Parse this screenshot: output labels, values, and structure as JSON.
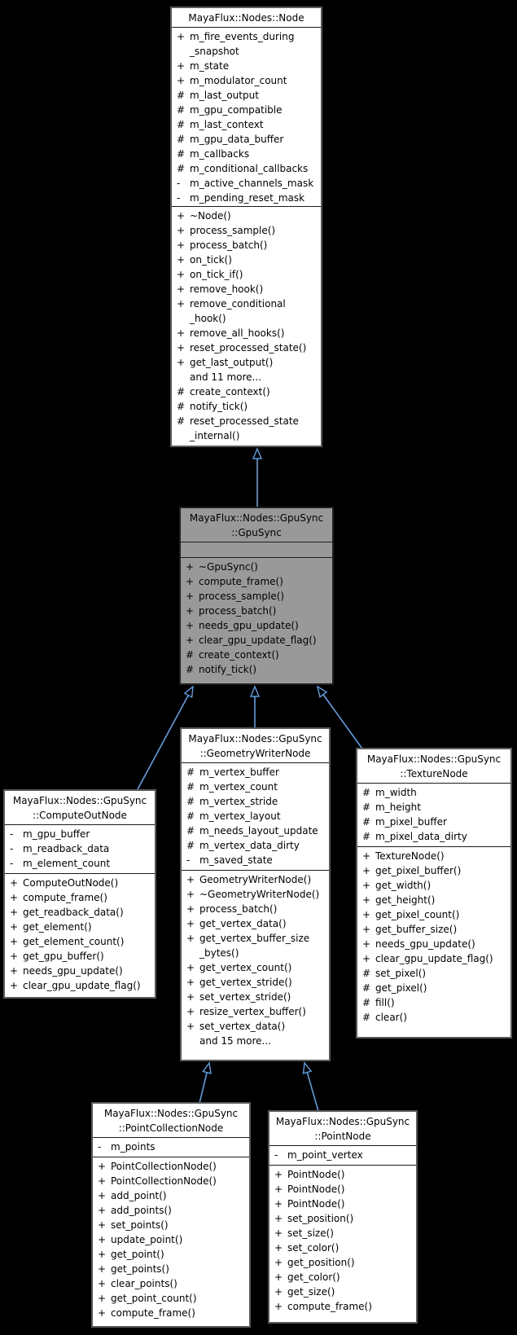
{
  "diagram": {
    "kind": "uml-class-inheritance-graph",
    "background_color": "#000000",
    "arrow_color": "#56a0e8",
    "box_fill": "#ffffff",
    "highlighted_box_fill": "#999999"
  },
  "edges": [
    {
      "child": "MayaFlux::Nodes::GpuSync::GpuSync",
      "parent": "MayaFlux::Nodes::Node"
    },
    {
      "child": "MayaFlux::Nodes::GpuSync::ComputeOutNode",
      "parent": "MayaFlux::Nodes::GpuSync::GpuSync"
    },
    {
      "child": "MayaFlux::Nodes::GpuSync::GeometryWriterNode",
      "parent": "MayaFlux::Nodes::GpuSync::GpuSync"
    },
    {
      "child": "MayaFlux::Nodes::GpuSync::TextureNode",
      "parent": "MayaFlux::Nodes::GpuSync::GpuSync"
    },
    {
      "child": "MayaFlux::Nodes::GpuSync::PointCollectionNode",
      "parent": "MayaFlux::Nodes::GpuSync::GeometryWriterNode"
    },
    {
      "child": "MayaFlux::Nodes::GpuSync::PointNode",
      "parent": "MayaFlux::Nodes::GpuSync::GeometryWriterNode"
    }
  ],
  "classes": [
    {
      "title": "MayaFlux::Nodes::Node",
      "attributes": [
        {
          "sym": "+",
          "text": "m_fire_events_during\n_snapshot"
        },
        {
          "sym": "+",
          "text": "m_state"
        },
        {
          "sym": "+",
          "text": "m_modulator_count"
        },
        {
          "sym": "#",
          "text": "m_last_output"
        },
        {
          "sym": "#",
          "text": "m_gpu_compatible"
        },
        {
          "sym": "#",
          "text": "m_last_context"
        },
        {
          "sym": "#",
          "text": "m_gpu_data_buffer"
        },
        {
          "sym": "#",
          "text": "m_callbacks"
        },
        {
          "sym": "#",
          "text": "m_conditional_callbacks"
        },
        {
          "sym": "-",
          "text": "m_active_channels_mask"
        },
        {
          "sym": "-",
          "text": "m_pending_reset_mask"
        }
      ],
      "methods": [
        {
          "sym": "+",
          "text": "~Node()"
        },
        {
          "sym": "+",
          "text": "process_sample()"
        },
        {
          "sym": "+",
          "text": "process_batch()"
        },
        {
          "sym": "+",
          "text": "on_tick()"
        },
        {
          "sym": "+",
          "text": "on_tick_if()"
        },
        {
          "sym": "+",
          "text": "remove_hook()"
        },
        {
          "sym": "+",
          "text": "remove_conditional\n_hook()"
        },
        {
          "sym": "+",
          "text": "remove_all_hooks()"
        },
        {
          "sym": "+",
          "text": "reset_processed_state()"
        },
        {
          "sym": "+",
          "text": "get_last_output()"
        },
        {
          "sym": "",
          "text": "and 11 more..."
        },
        {
          "sym": "#",
          "text": "create_context()"
        },
        {
          "sym": "#",
          "text": "notify_tick()"
        },
        {
          "sym": "#",
          "text": "reset_processed_state\n_internal()"
        }
      ]
    },
    {
      "title": "MayaFlux::Nodes::GpuSync\n::GpuSync",
      "attributes": [],
      "methods": [
        {
          "sym": "+",
          "text": "~GpuSync()"
        },
        {
          "sym": "+",
          "text": "compute_frame()"
        },
        {
          "sym": "+",
          "text": "process_sample()"
        },
        {
          "sym": "+",
          "text": "process_batch()"
        },
        {
          "sym": "+",
          "text": "needs_gpu_update()"
        },
        {
          "sym": "+",
          "text": "clear_gpu_update_flag()"
        },
        {
          "sym": "#",
          "text": "create_context()"
        },
        {
          "sym": "#",
          "text": "notify_tick()"
        }
      ]
    },
    {
      "title": "MayaFlux::Nodes::GpuSync\n::ComputeOutNode",
      "attributes": [
        {
          "sym": "-",
          "text": "m_gpu_buffer"
        },
        {
          "sym": "-",
          "text": "m_readback_data"
        },
        {
          "sym": "-",
          "text": "m_element_count"
        }
      ],
      "methods": [
        {
          "sym": "+",
          "text": "ComputeOutNode()"
        },
        {
          "sym": "+",
          "text": "compute_frame()"
        },
        {
          "sym": "+",
          "text": "get_readback_data()"
        },
        {
          "sym": "+",
          "text": "get_element()"
        },
        {
          "sym": "+",
          "text": "get_element_count()"
        },
        {
          "sym": "+",
          "text": "get_gpu_buffer()"
        },
        {
          "sym": "+",
          "text": "needs_gpu_update()"
        },
        {
          "sym": "+",
          "text": "clear_gpu_update_flag()"
        }
      ]
    },
    {
      "title": "MayaFlux::Nodes::GpuSync\n::GeometryWriterNode",
      "attributes": [
        {
          "sym": "#",
          "text": "m_vertex_buffer"
        },
        {
          "sym": "#",
          "text": "m_vertex_count"
        },
        {
          "sym": "#",
          "text": "m_vertex_stride"
        },
        {
          "sym": "#",
          "text": "m_vertex_layout"
        },
        {
          "sym": "#",
          "text": "m_needs_layout_update"
        },
        {
          "sym": "#",
          "text": "m_vertex_data_dirty"
        },
        {
          "sym": "-",
          "text": "m_saved_state"
        }
      ],
      "methods": [
        {
          "sym": "+",
          "text": "GeometryWriterNode()"
        },
        {
          "sym": "+",
          "text": "~GeometryWriterNode()"
        },
        {
          "sym": "+",
          "text": "process_batch()"
        },
        {
          "sym": "+",
          "text": "get_vertex_data()"
        },
        {
          "sym": "+",
          "text": "get_vertex_buffer_size\n_bytes()"
        },
        {
          "sym": "+",
          "text": "get_vertex_count()"
        },
        {
          "sym": "+",
          "text": "get_vertex_stride()"
        },
        {
          "sym": "+",
          "text": "set_vertex_stride()"
        },
        {
          "sym": "+",
          "text": "resize_vertex_buffer()"
        },
        {
          "sym": "+",
          "text": "set_vertex_data()"
        },
        {
          "sym": "",
          "text": "and 15 more..."
        }
      ]
    },
    {
      "title": "MayaFlux::Nodes::GpuSync\n::TextureNode",
      "attributes": [
        {
          "sym": "#",
          "text": "m_width"
        },
        {
          "sym": "#",
          "text": "m_height"
        },
        {
          "sym": "#",
          "text": "m_pixel_buffer"
        },
        {
          "sym": "#",
          "text": "m_pixel_data_dirty"
        }
      ],
      "methods": [
        {
          "sym": "+",
          "text": "TextureNode()"
        },
        {
          "sym": "+",
          "text": "get_pixel_buffer()"
        },
        {
          "sym": "+",
          "text": "get_width()"
        },
        {
          "sym": "+",
          "text": "get_height()"
        },
        {
          "sym": "+",
          "text": "get_pixel_count()"
        },
        {
          "sym": "+",
          "text": "get_buffer_size()"
        },
        {
          "sym": "+",
          "text": "needs_gpu_update()"
        },
        {
          "sym": "+",
          "text": "clear_gpu_update_flag()"
        },
        {
          "sym": "#",
          "text": "set_pixel()"
        },
        {
          "sym": "#",
          "text": "get_pixel()"
        },
        {
          "sym": "#",
          "text": "fill()"
        },
        {
          "sym": "#",
          "text": "clear()"
        }
      ]
    },
    {
      "title": "MayaFlux::Nodes::GpuSync\n::PointCollectionNode",
      "attributes": [
        {
          "sym": "-",
          "text": "m_points"
        }
      ],
      "methods": [
        {
          "sym": "+",
          "text": "PointCollectionNode()"
        },
        {
          "sym": "+",
          "text": "PointCollectionNode()"
        },
        {
          "sym": "+",
          "text": "add_point()"
        },
        {
          "sym": "+",
          "text": "add_points()"
        },
        {
          "sym": "+",
          "text": "set_points()"
        },
        {
          "sym": "+",
          "text": "update_point()"
        },
        {
          "sym": "+",
          "text": "get_point()"
        },
        {
          "sym": "+",
          "text": "get_points()"
        },
        {
          "sym": "+",
          "text": "clear_points()"
        },
        {
          "sym": "+",
          "text": "get_point_count()"
        },
        {
          "sym": "+",
          "text": "compute_frame()"
        }
      ]
    },
    {
      "title": "MayaFlux::Nodes::GpuSync\n::PointNode",
      "attributes": [
        {
          "sym": "-",
          "text": "m_point_vertex"
        }
      ],
      "methods": [
        {
          "sym": "+",
          "text": "PointNode()"
        },
        {
          "sym": "+",
          "text": "PointNode()"
        },
        {
          "sym": "+",
          "text": "PointNode()"
        },
        {
          "sym": "+",
          "text": "set_position()"
        },
        {
          "sym": "+",
          "text": "set_size()"
        },
        {
          "sym": "+",
          "text": "set_color()"
        },
        {
          "sym": "+",
          "text": "get_position()"
        },
        {
          "sym": "+",
          "text": "get_color()"
        },
        {
          "sym": "+",
          "text": "get_size()"
        },
        {
          "sym": "+",
          "text": "compute_frame()"
        }
      ]
    }
  ]
}
